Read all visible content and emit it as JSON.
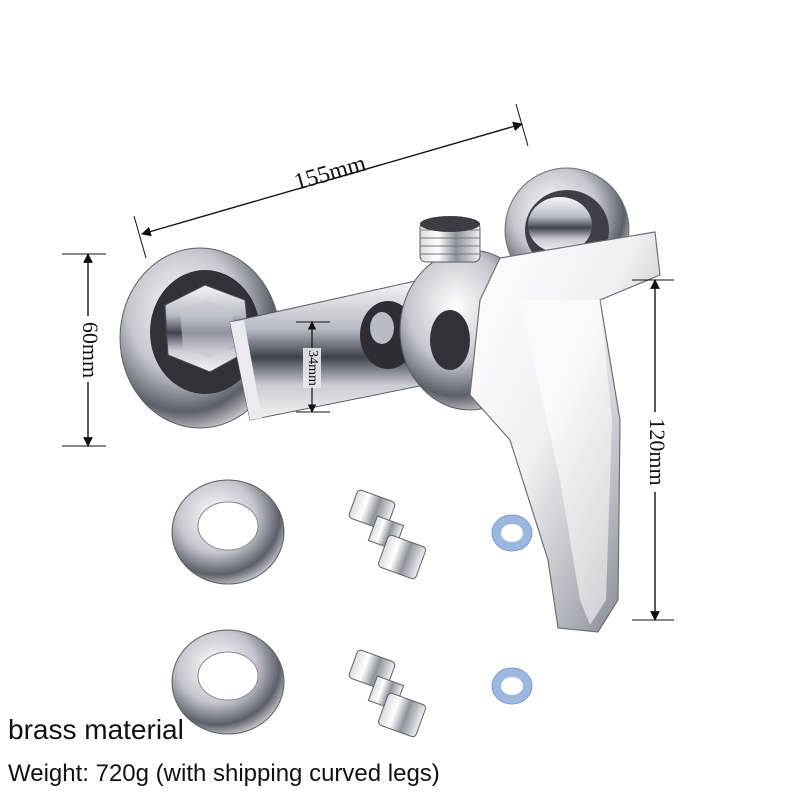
{
  "dimensions": {
    "width": "155mm",
    "height_left": "60mm",
    "inner": "34mm",
    "height_right": "120mm"
  },
  "captions": {
    "material": "brass material",
    "weight": "Weight: 720g (with shipping curved legs)"
  },
  "colors": {
    "chrome_dark": "#3a3d42",
    "chrome_mid": "#9aa0a8",
    "chrome_light": "#f2f4f6",
    "washer": "#9db8e0"
  }
}
